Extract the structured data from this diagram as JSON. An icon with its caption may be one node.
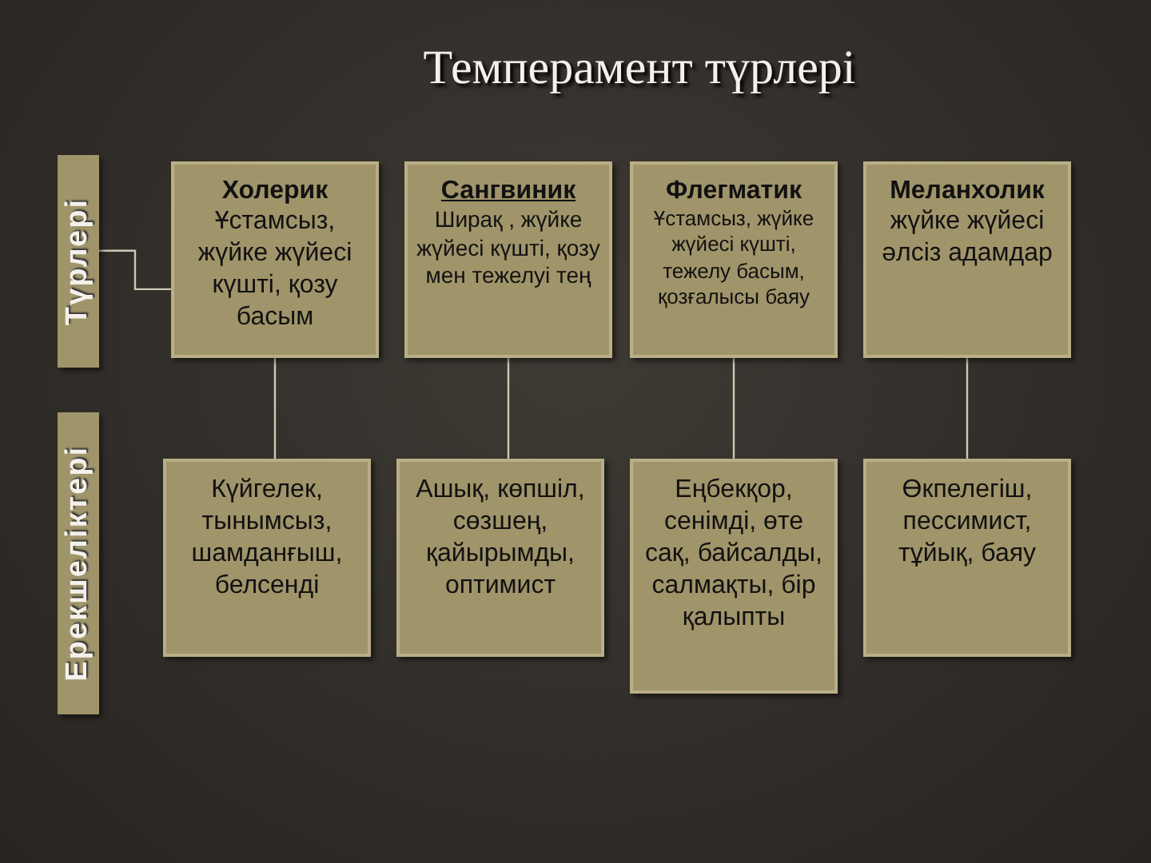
{
  "diagram": {
    "title": "Темперамент түрлері",
    "nodes": [
      {
        "text": [
          "Түрлері"
        ]
      },
      {
        "text": [
          "Холерик",
          "Ұстамсыз, жүйке жүйесі күшті, қозу басым"
        ]
      },
      {
        "text": [
          "Сангвиник",
          "Ширақ , жүйке жүйесі күшті, қозу мен тежелуі тең"
        ]
      },
      {
        "text": [
          "Флегматик",
          "Ұстамсыз, жүйке жүйесі күшті, тежелу басым, қозғалысы баяу"
        ]
      },
      {
        "text": [
          "Меланхолик",
          "жүйке жүйесі әлсіз адамдар"
        ]
      },
      {
        "text": [
          "Ерекшеліктері"
        ]
      },
      {
        "text": [
          "Күйгелек, тынымсыз, шамданғыш, белсенді"
        ]
      },
      {
        "text": [
          "Ашық, көпшіл, сөзшең, қайырымды, оптимист"
        ]
      },
      {
        "text": [
          "Еңбекқор, сенімді, өте сақ, байсалды, салмақты, бір қалыпты"
        ]
      },
      {
        "text": [
          "Өкпелегіш, пессимист, тұйық, баяу"
        ]
      }
    ],
    "edges": [
      {
        "from": 0,
        "to": 1,
        "arrow": "none"
      },
      {
        "from": 1,
        "to": 6,
        "arrow": "none"
      },
      {
        "from": 2,
        "to": 7,
        "arrow": "none"
      },
      {
        "from": 3,
        "to": 8,
        "arrow": "none"
      },
      {
        "from": 4,
        "to": 9,
        "arrow": "none"
      }
    ]
  }
}
